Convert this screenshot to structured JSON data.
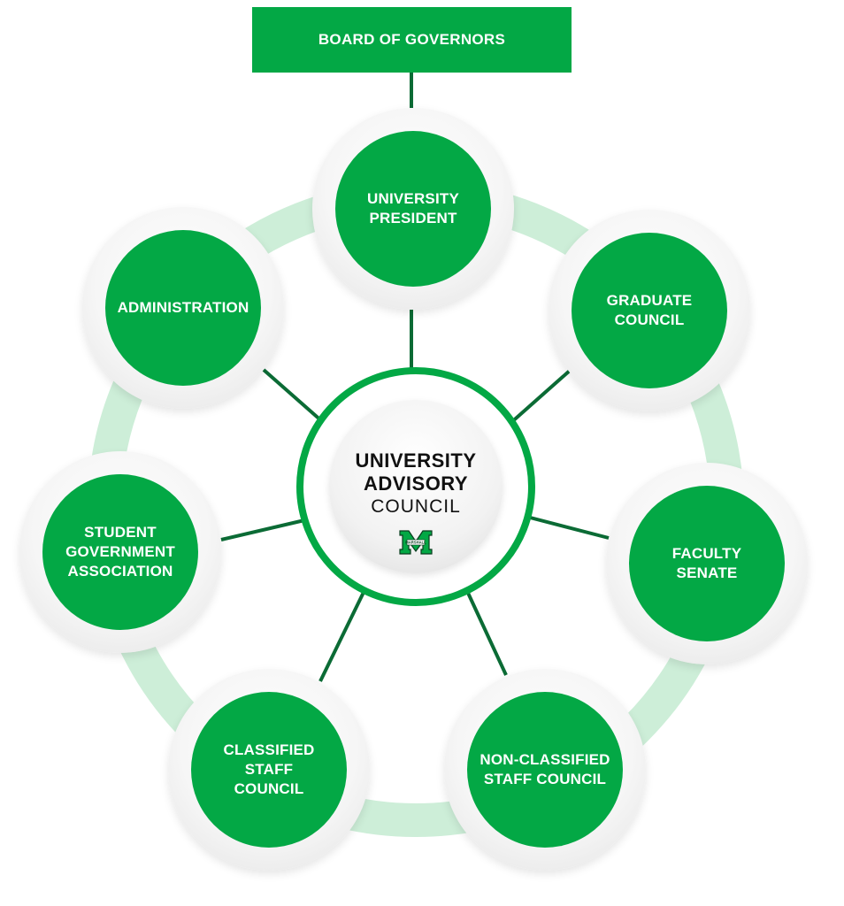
{
  "top": {
    "label": "BOARD OF GOVERNORS"
  },
  "center": {
    "line1": "UNIVERSITY",
    "line2": "ADVISORY",
    "line3": "COUNCIL",
    "logo_text": "MARSHALL"
  },
  "nodes": [
    {
      "label": "UNIVERSITY\nPRESIDENT"
    },
    {
      "label": "GRADUATE\nCOUNCIL"
    },
    {
      "label": "FACULTY\nSENATE"
    },
    {
      "label": "NON-CLASSIFIED\nSTAFF COUNCIL"
    },
    {
      "label": "CLASSIFIED\nSTAFF\nCOUNCIL"
    },
    {
      "label": "STUDENT\nGOVERNMENT\nASSOCIATION"
    },
    {
      "label": "ADMINISTRATION"
    }
  ],
  "colors": {
    "green": "#03a845",
    "dark_green": "#0b6b35",
    "ring_light": "#cdeed8"
  }
}
